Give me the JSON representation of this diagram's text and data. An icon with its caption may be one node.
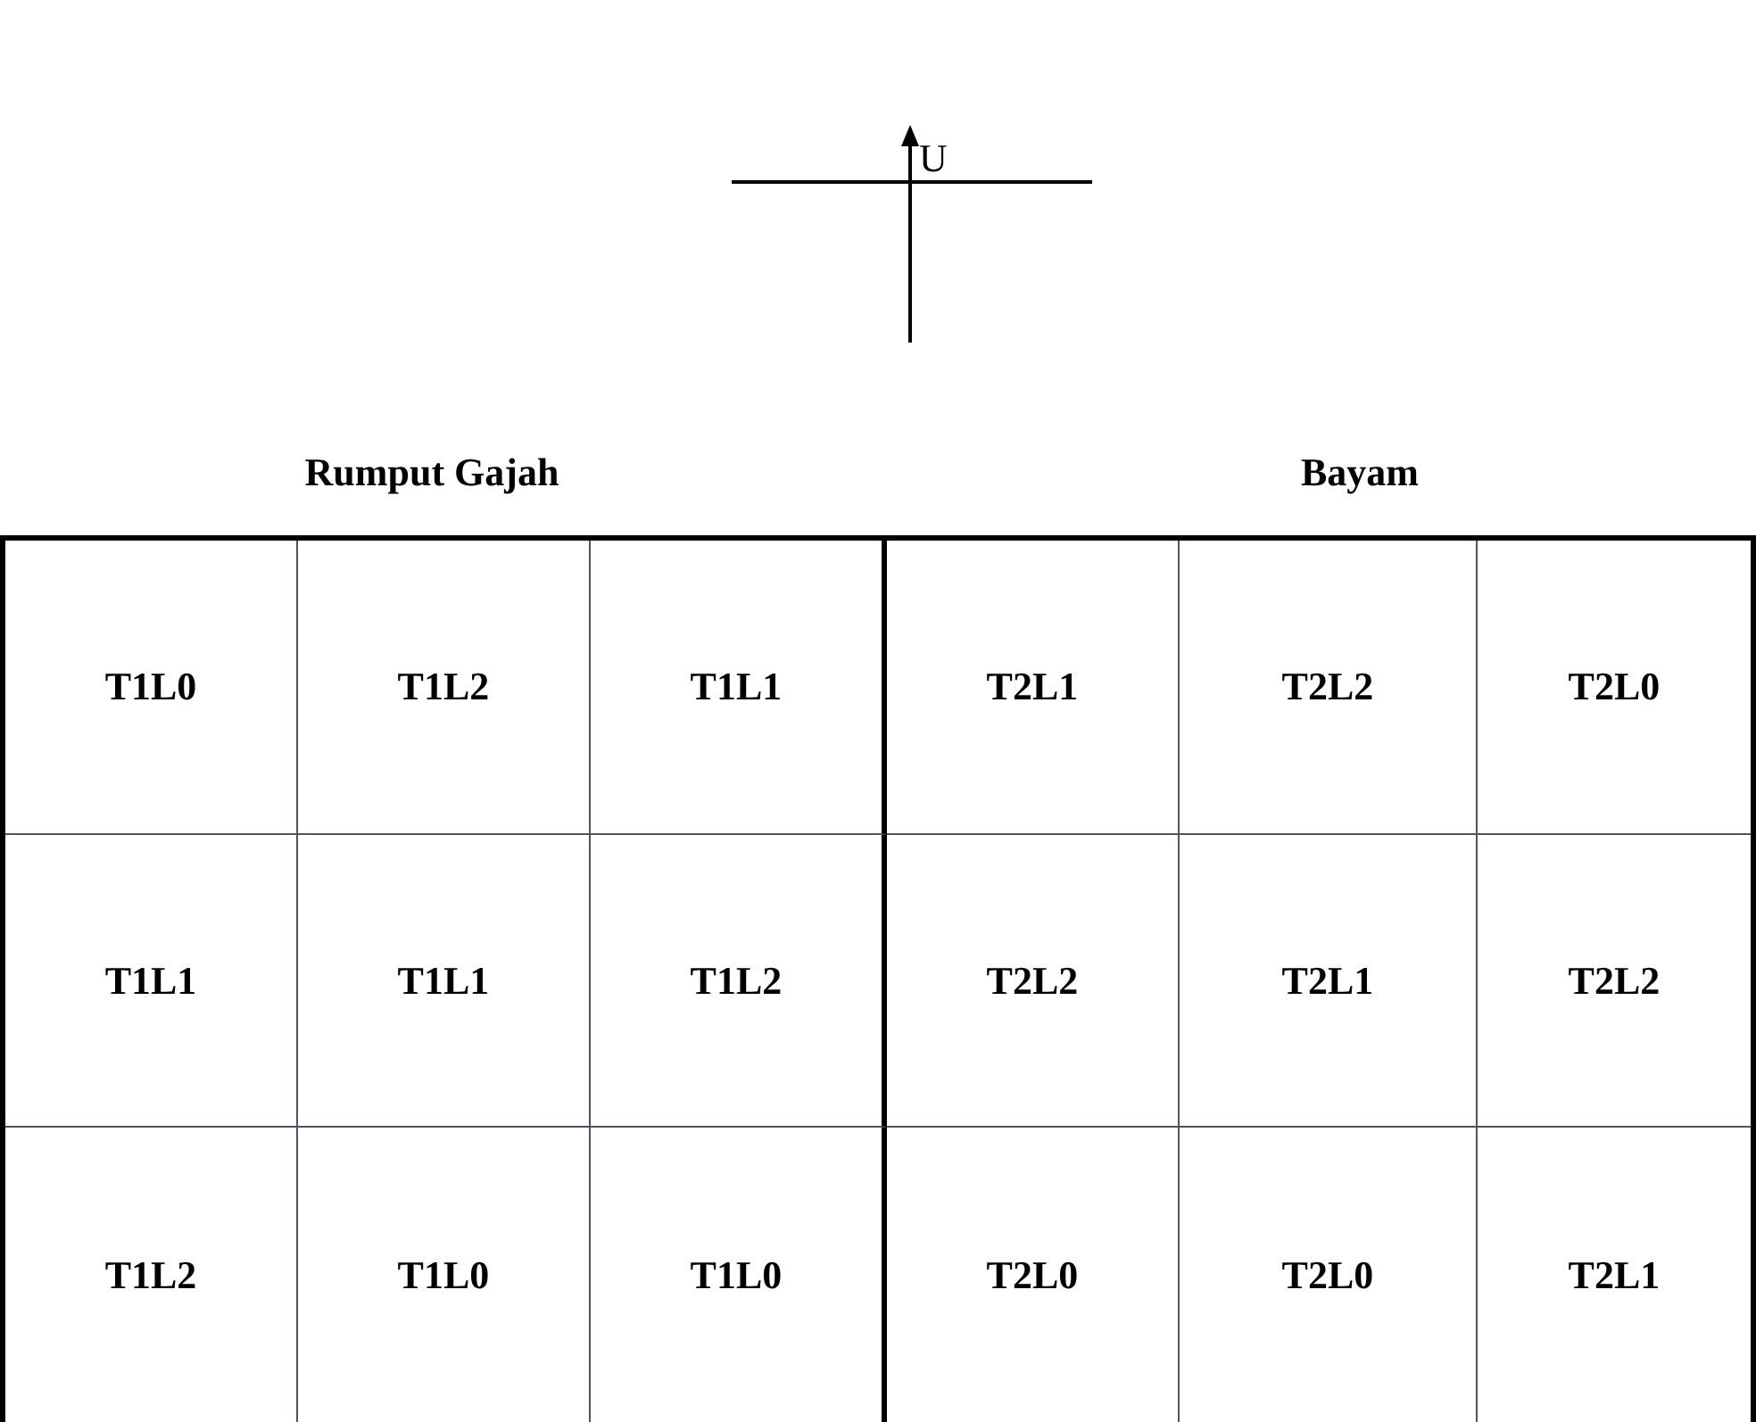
{
  "diagram": {
    "labels": [
      "U",
      "Rumput Gajah",
      "Bayam",
      "T1L0",
      "T1L2",
      "T1L1",
      "T2L1",
      "T2L2",
      "T2L0",
      "T1L1",
      "T1L1",
      "T1L2",
      "T2L2",
      "T2L1",
      "T2L2",
      "T1L2",
      "T1L0",
      "T1L0",
      "T2L0",
      "T2L0",
      "T2L1"
    ]
  }
}
